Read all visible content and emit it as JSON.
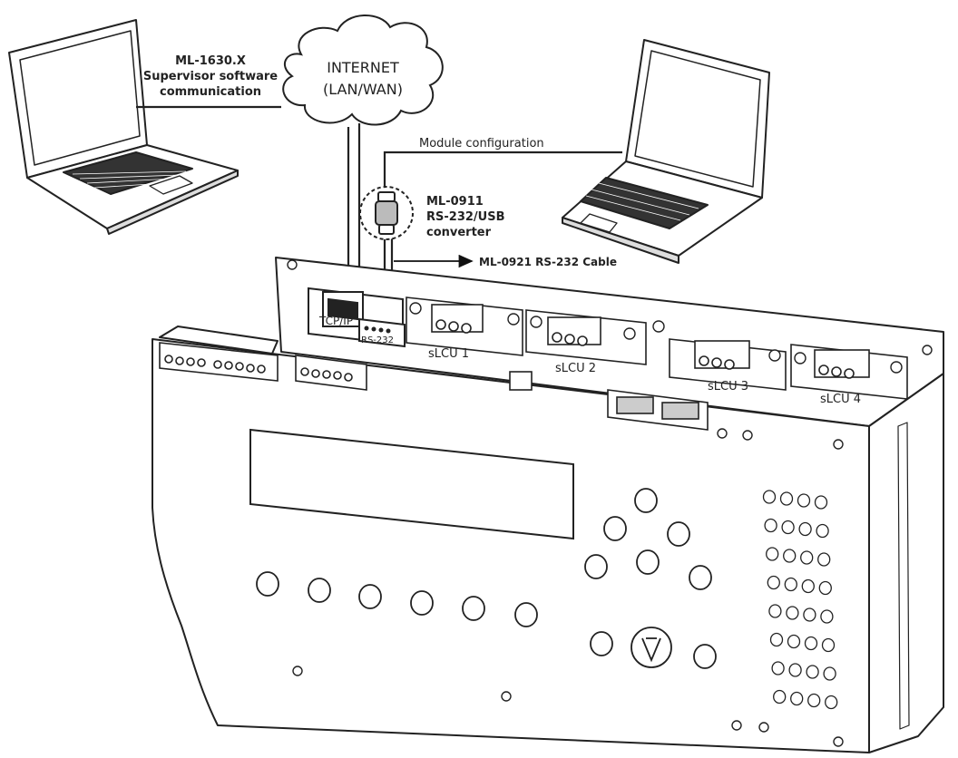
{
  "labels": {
    "supervisor": [
      "ML-1630.X",
      "Supervisor software",
      "communication"
    ],
    "internet": [
      "INTERNET",
      "(LAN/WAN)"
    ],
    "module_config": "Module configuration",
    "converter": [
      "ML-0911",
      "RS-232/USB",
      "converter"
    ],
    "cable": "ML-0921 RS-232 Cable",
    "tcpip": "TCP/IP",
    "rs232": "RS-232",
    "slcu": [
      "sLCU 1",
      "sLCU 2",
      "sLCU 3",
      "sLCU 4"
    ]
  }
}
